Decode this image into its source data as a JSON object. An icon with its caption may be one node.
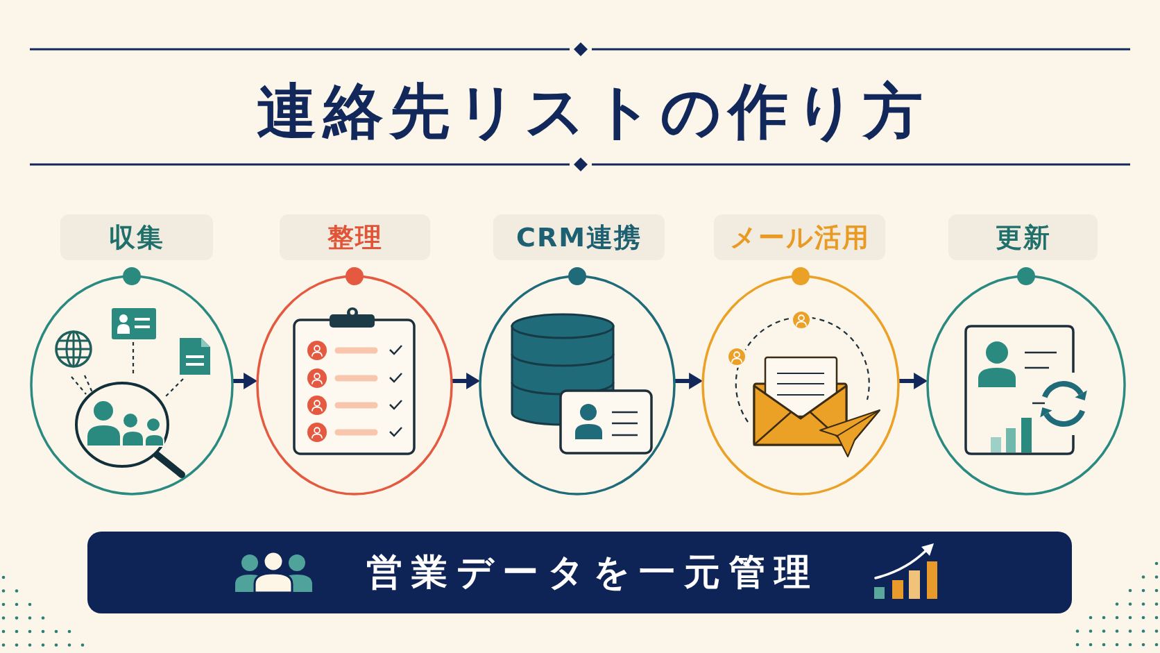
{
  "diagram": {
    "title": "連絡先リストの作り方",
    "nodes": [
      {
        "text": [
          "収集"
        ]
      },
      {
        "text": [
          "整理"
        ]
      },
      {
        "text": [
          "CRM連携"
        ]
      },
      {
        "text": [
          "メール活用"
        ]
      },
      {
        "text": [
          "更新"
        ]
      },
      {
        "text": [
          "営業データを一元管理"
        ]
      }
    ],
    "edges": [
      {
        "from": 0,
        "to": 1,
        "arrow": "to"
      },
      {
        "from": 1,
        "to": 2,
        "arrow": "to"
      },
      {
        "from": 2,
        "to": 3,
        "arrow": "to"
      },
      {
        "from": 3,
        "to": 4,
        "arrow": "to"
      }
    ]
  }
}
